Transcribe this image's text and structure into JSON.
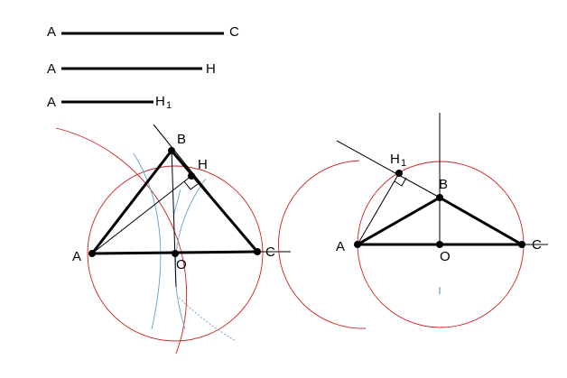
{
  "segments": {
    "ac": {
      "start": "A",
      "end": "C"
    },
    "ah": {
      "start": "A",
      "end": "H"
    },
    "ah1": {
      "start": "A",
      "end": "H",
      "end_sub": "1"
    }
  },
  "left_figure": {
    "labels": {
      "a": "A",
      "b": "B",
      "c": "C",
      "h": "H",
      "o": "O"
    }
  },
  "right_figure": {
    "labels": {
      "a": "A",
      "b": "B",
      "c": "C",
      "h1": "H",
      "h1_sub": "1",
      "o": "O"
    }
  },
  "colors": {
    "line": "#000000",
    "circle": "#cc2222",
    "arc": "#5fa3c8"
  }
}
